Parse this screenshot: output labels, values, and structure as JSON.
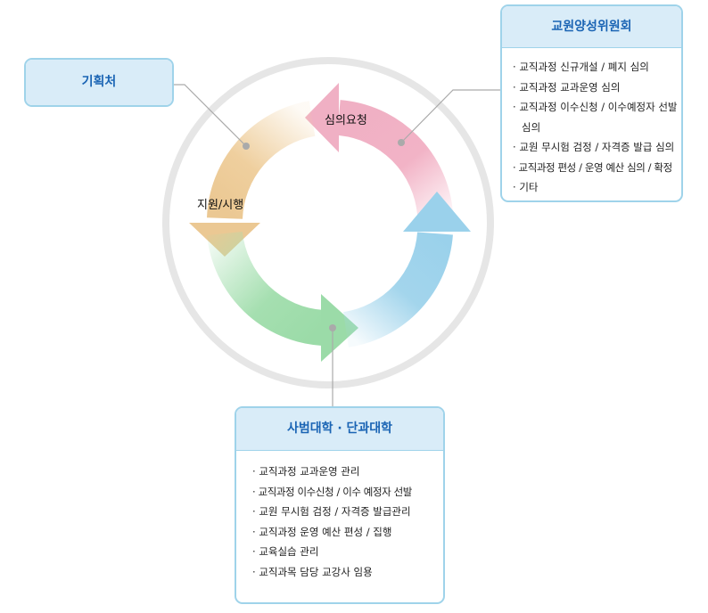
{
  "planning": {
    "title": "기획처"
  },
  "committee": {
    "title": "교원양성위원회",
    "items": [
      "교직과정 신규개설 / 폐지 심의",
      "교직과정 교과운영 심의",
      "교직과정 이수신청 / 이수예정자 선발 심의",
      "교원 무시험 검정 / 자격증 발급 심의",
      "교직과정 편성 / 운영 예산 심의 / 확정",
      "기타"
    ]
  },
  "colleges": {
    "title": "사범대학 · 단과대학",
    "items": [
      "교직과정 교과운영 관리",
      "교직과정 이수신청 / 이수 예정자 선발",
      "교원 무시험 검정 / 자격증 발급관리",
      "교직과정 운영 예산 편성 / 집행",
      "교육실습 관리",
      "교직과목 담당 교강사 임용"
    ]
  },
  "cycle": {
    "request_label": "심의요청",
    "support_label": "지원/시행"
  },
  "colors": {
    "pink": "#f2b3c6",
    "orange": "#efcf9e",
    "green": "#a5dfb0",
    "blue": "#a3d5ec",
    "border": "#9fd3ea",
    "title": "#1a64b4"
  }
}
